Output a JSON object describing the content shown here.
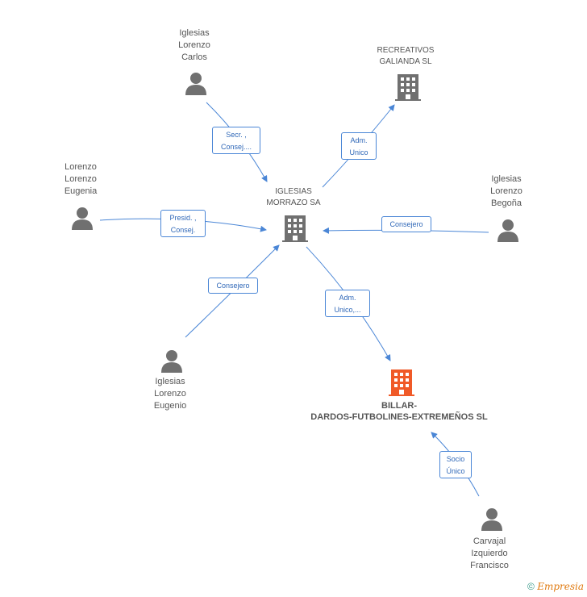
{
  "people": {
    "carlos": "Iglesias\nLorenzo\nCarlos",
    "eugenia": "Lorenzo\nLorenzo\nEugenia",
    "begona": "Iglesias\nLorenzo\nBegoña",
    "eugenio": "Iglesias\nLorenzo\nEugenio",
    "francisco": "Carvajal\nIzquierdo\nFrancisco"
  },
  "companies": {
    "recreativos": "RECREATIVOS\nGALIANDA SL",
    "iglesias_morrazo": "IGLESIAS\nMORRAZO SA",
    "billar": "BILLAR-\nDARDOS-FUTBOLINES-EXTREMEÑOS SL"
  },
  "edges": {
    "carlos_role": "Secr. ,\nConsej....",
    "recreativos_role": "Adm.\nUnico",
    "eugenia_role": "Presid. ,\nConsej.",
    "begona_role": "Consejero",
    "eugenio_role": "Consejero",
    "billar_role": "Adm.\nUnico,...",
    "francisco_role": "Socio\nÚnico"
  },
  "colors": {
    "edge": "#4a86d6",
    "person_icon": "#707070",
    "company_icon": "#707070",
    "highlight_company_icon": "#f05a28"
  },
  "footer": {
    "copyright": "©",
    "brand": "Empresia"
  }
}
